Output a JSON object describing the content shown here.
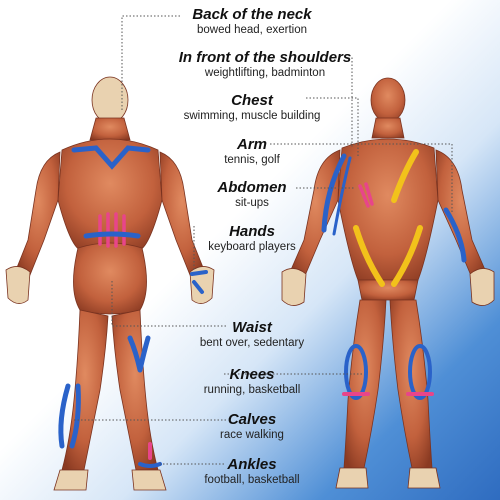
{
  "labels": [
    {
      "id": "neck",
      "title": "Back of the neck",
      "subtitle": "bowed head, exertion"
    },
    {
      "id": "shoulders",
      "title": "In front of the shoulders",
      "subtitle": "weightlifting, badminton"
    },
    {
      "id": "chest",
      "title": "Chest",
      "subtitle": "swimming, muscle building"
    },
    {
      "id": "arm",
      "title": "Arm",
      "subtitle": "tennis, golf"
    },
    {
      "id": "abdomen",
      "title": "Abdomen",
      "subtitle": "sit-ups"
    },
    {
      "id": "hands",
      "title": "Hands",
      "subtitle": "keyboard players"
    },
    {
      "id": "waist",
      "title": "Waist",
      "subtitle": "bent over, sedentary"
    },
    {
      "id": "knees",
      "title": "Knees",
      "subtitle": "running, basketball"
    },
    {
      "id": "calves",
      "title": "Calves",
      "subtitle": "race walking"
    },
    {
      "id": "ankles",
      "title": "Ankles",
      "subtitle": "football, basketball"
    }
  ],
  "colors": {
    "muscle": "#c96a45",
    "muscle_dark": "#8a3a22",
    "tendon": "#ecd9b8",
    "blue_marker": "#2a62c9",
    "pink_marker": "#e8458a",
    "yellow_marker": "#f2c21b",
    "leader_line": "#555555"
  }
}
